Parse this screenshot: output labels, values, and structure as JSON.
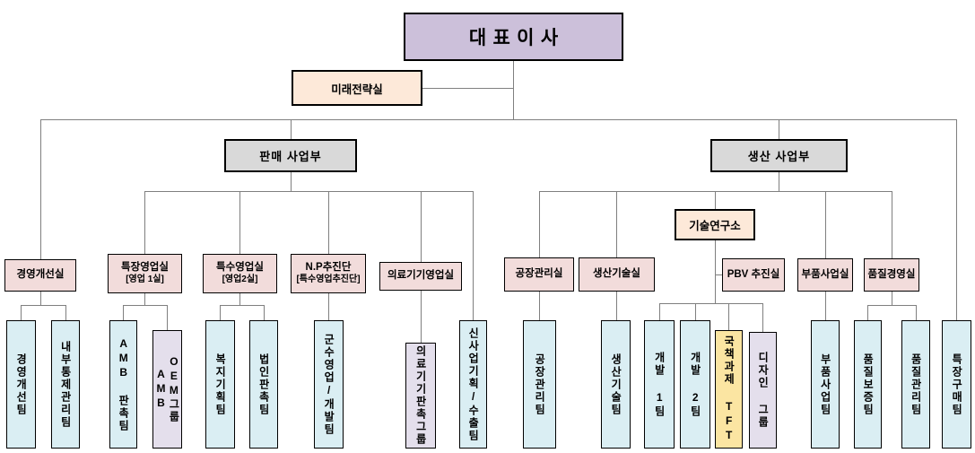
{
  "palette": {
    "ceo_fill": "#ccc0da",
    "staff_fill": "#fde9d9",
    "division_fill": "#d9d9d9",
    "office_fill": "#f2dcdb",
    "team_fill": "#daeef3",
    "group_fill": "#e4dfec",
    "tft_fill": "#fbe5a2",
    "border_color": "#000000",
    "connector_color": "#7f7f7f"
  },
  "org": {
    "ceo": {
      "label": "대표이사"
    },
    "strategy": {
      "label": "미래전략실"
    },
    "management_improvement": {
      "label": "경영개선실",
      "teams": [
        "경영개선팀",
        "내부통제관리팀"
      ]
    },
    "sales_division": {
      "label": "판매 사업부",
      "offices": [
        {
          "line1": "특장영업실",
          "line2": "[영업 1실]",
          "teams": [
            "AMB 판촉팀",
            "AMB\nOEM그룹"
          ]
        },
        {
          "line1": "특수영업실",
          "line2": "[영업2실]",
          "teams": [
            "복지기획팀",
            "법인판촉팀"
          ]
        },
        {
          "line1": "N.P추진단",
          "line2": "[특수영업추진단]",
          "teams": [
            "군수영업/개발팀"
          ]
        },
        {
          "line1": "의료기기영업실",
          "line2": "",
          "teams": [
            "의료기기판촉그룹"
          ]
        }
      ],
      "direct_team": "신사업기획/수출팀"
    },
    "production_division": {
      "label": "생산 사업부",
      "offices": [
        {
          "line1": "공장관리실",
          "teams": [
            "공장관리팀"
          ]
        },
        {
          "line1": "생산기술실",
          "teams": [
            "생산기술팀"
          ]
        },
        {
          "line1": "부품사업실",
          "teams": [
            "부품사업팀"
          ]
        },
        {
          "line1": "품질경영실",
          "teams": [
            "품질보증팀",
            "품질관리팀"
          ]
        }
      ],
      "research": {
        "label": "기술연구소",
        "pbv_office": "PBV 추진실",
        "teams": [
          "개발 1팀",
          "개발 2팀",
          "국책과제 TFT",
          "디자인 그룹"
        ]
      }
    },
    "purchasing_team": {
      "label": "특장구매팀"
    }
  }
}
